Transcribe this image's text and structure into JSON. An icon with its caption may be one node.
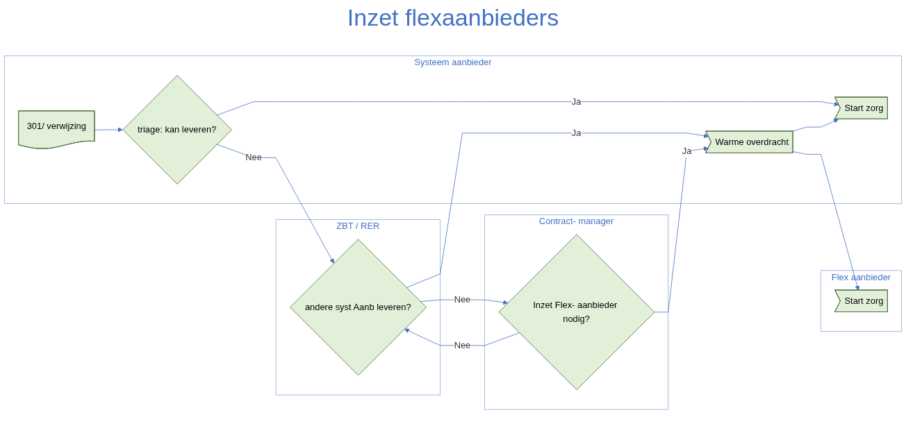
{
  "diagram": {
    "title": "Inzet flexaanbieders",
    "nodes": [
      {
        "text": [
          "Systeem aanbieder"
        ]
      },
      {
        "text": [
          "301/ verwijzing"
        ],
        "in": 0
      },
      {
        "text": [
          "triage: kan leveren?"
        ],
        "in": 0
      },
      {
        "text": [
          "Start zorg"
        ],
        "in": 0
      },
      {
        "text": [
          "Warme overdracht"
        ],
        "in": 0
      },
      {
        "text": [
          "ZBT / RER"
        ]
      },
      {
        "text": [
          "andere syst Aanb leveren?"
        ],
        "in": 5
      },
      {
        "text": [
          "Contract- manager"
        ]
      },
      {
        "text": [
          "Inzet Flex- aanbieder nodig?"
        ],
        "in": 7
      },
      {
        "text": [
          "Flex aanbieder"
        ]
      },
      {
        "text": [
          "Start zorg"
        ],
        "in": 9
      }
    ],
    "edges": [
      {
        "from": 1,
        "to": 2,
        "arrow": "to"
      },
      {
        "from": 2,
        "to": 3,
        "arrow": "to",
        "label": "Ja"
      },
      {
        "from": 2,
        "to": 6,
        "arrow": "to",
        "label": "Nee"
      },
      {
        "from": 6,
        "to": 4,
        "arrow": "to",
        "label": "Ja"
      },
      {
        "from": 6,
        "to": 8,
        "arrow": "to",
        "label": "Nee"
      },
      {
        "from": 8,
        "to": 4,
        "arrow": "to",
        "label": "Ja"
      },
      {
        "from": 8,
        "to": 6,
        "arrow": "to",
        "label": "Nee"
      },
      {
        "from": 4,
        "to": 3,
        "arrow": "to"
      },
      {
        "from": 4,
        "to": 10,
        "arrow": "to"
      }
    ]
  }
}
